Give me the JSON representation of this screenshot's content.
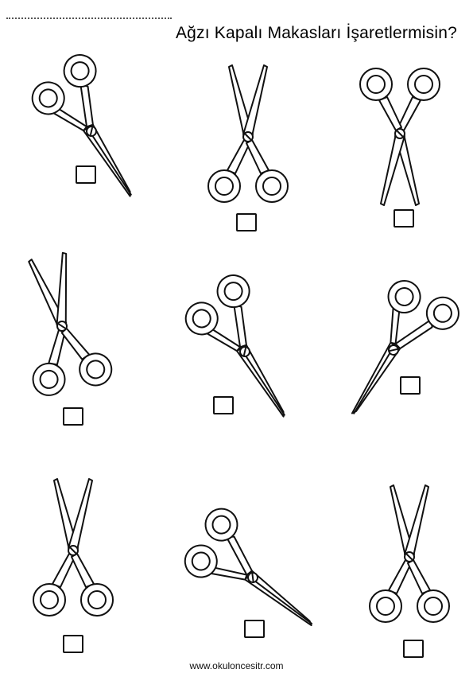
{
  "worksheet": {
    "title": "Ağzı Kapalı Makasları İşaretlermisin?",
    "footer": "www.okulonсesitr.com",
    "scissors": [
      {
        "id": 1,
        "blades": "closed",
        "handles": "up"
      },
      {
        "id": 2,
        "blades": "open",
        "handles": "down"
      },
      {
        "id": 3,
        "blades": "open",
        "handles": "up"
      },
      {
        "id": 4,
        "blades": "open",
        "handles": "down"
      },
      {
        "id": 5,
        "blades": "closed",
        "handles": "up"
      },
      {
        "id": 6,
        "blades": "closed",
        "handles": "up"
      },
      {
        "id": 7,
        "blades": "open",
        "handles": "down"
      },
      {
        "id": 8,
        "blades": "closed",
        "handles": "up"
      },
      {
        "id": 9,
        "blades": "open",
        "handles": "down"
      }
    ]
  }
}
